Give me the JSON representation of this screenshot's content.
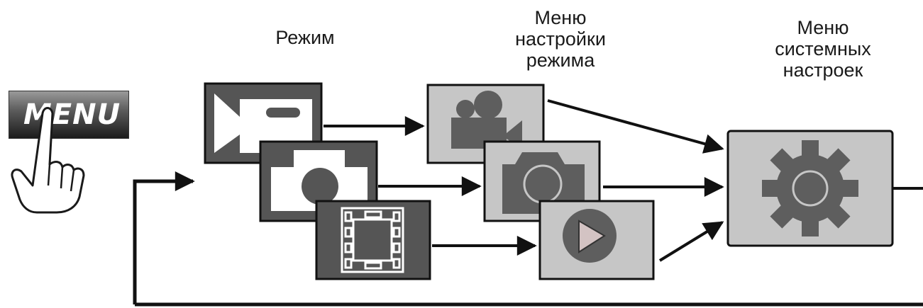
{
  "labels": {
    "mode": "Режим",
    "mode_setup": [
      "Меню",
      "настройки",
      "режима"
    ],
    "system_setup": [
      "Меню",
      "системных",
      "настроек"
    ]
  },
  "menu_button": {
    "label": "MENU"
  },
  "icons": {
    "modes": [
      "video-mode-icon",
      "photo-mode-icon",
      "playback-mode-icon"
    ],
    "mode_menus": [
      "video-setup-icon",
      "photo-setup-icon",
      "playback-setup-icon"
    ],
    "system_menu": "gear-icon"
  },
  "colors": {
    "mode_card": "#555555",
    "menu_card": "#c6c6c6",
    "icon_dark": "#5e5e5e",
    "play_fill": "#d3c3c3"
  }
}
